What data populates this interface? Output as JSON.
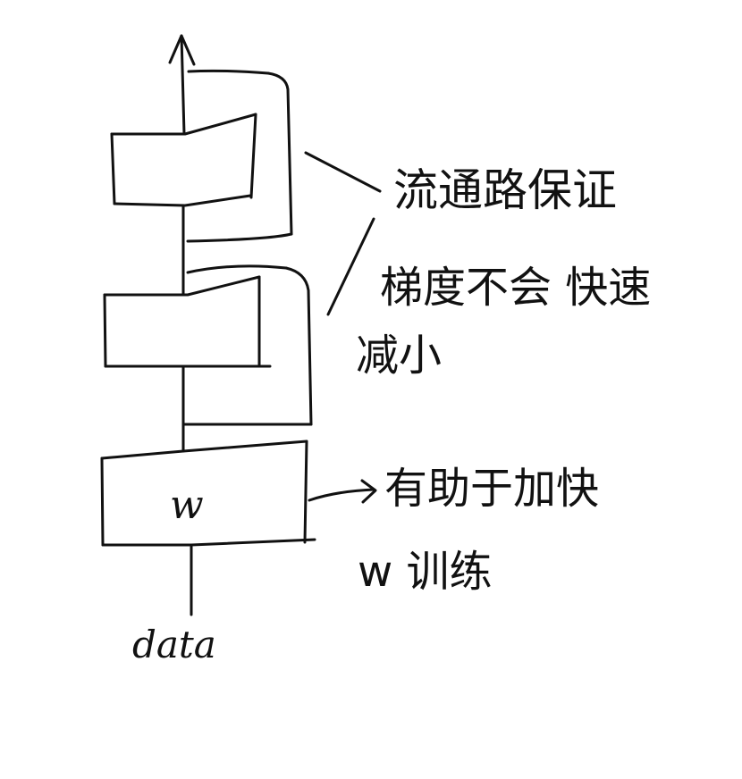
{
  "diagram": {
    "block_label": "w",
    "input_label": "data",
    "annotation_top": {
      "line1": "流通路保证",
      "line2": "梯度不会 快速",
      "line3": "减小"
    },
    "annotation_bottom": {
      "line1": "有助于加快",
      "line2": "w 训练"
    },
    "ink_color": "#111111",
    "background_color": "#ffffff"
  }
}
